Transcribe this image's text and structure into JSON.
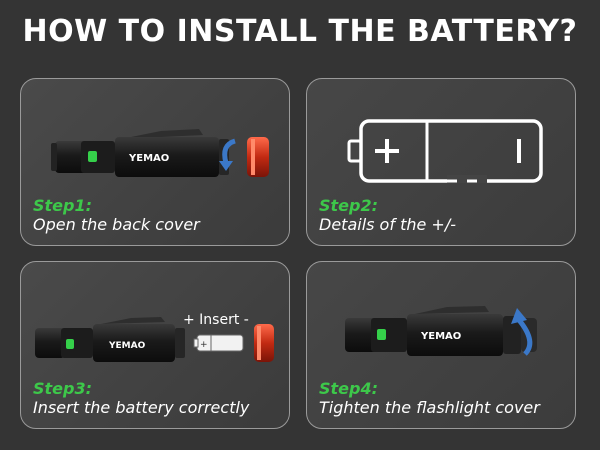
{
  "title": "HOW TO INSTALL THE BATTERY?",
  "brand_text": "YEMAO",
  "colors": {
    "background": "#343434",
    "step_green": "#3dc84a",
    "card_border": "#9a9a9a"
  },
  "steps": [
    {
      "label": "Step1:",
      "text": "Open the back cover",
      "image": "flashlight-unscrewing-cap"
    },
    {
      "label": "Step2:",
      "text": "Details of the +/-",
      "image": "battery-polarity-diagram"
    },
    {
      "label": "Step3:",
      "text": "Insert the battery correctly",
      "image": "flashlight-with-battery",
      "annotation": "+ Insert -"
    },
    {
      "label": "Step4:",
      "text": "Tighten the flashlight cover",
      "image": "flashlight-tightening-cap"
    }
  ]
}
